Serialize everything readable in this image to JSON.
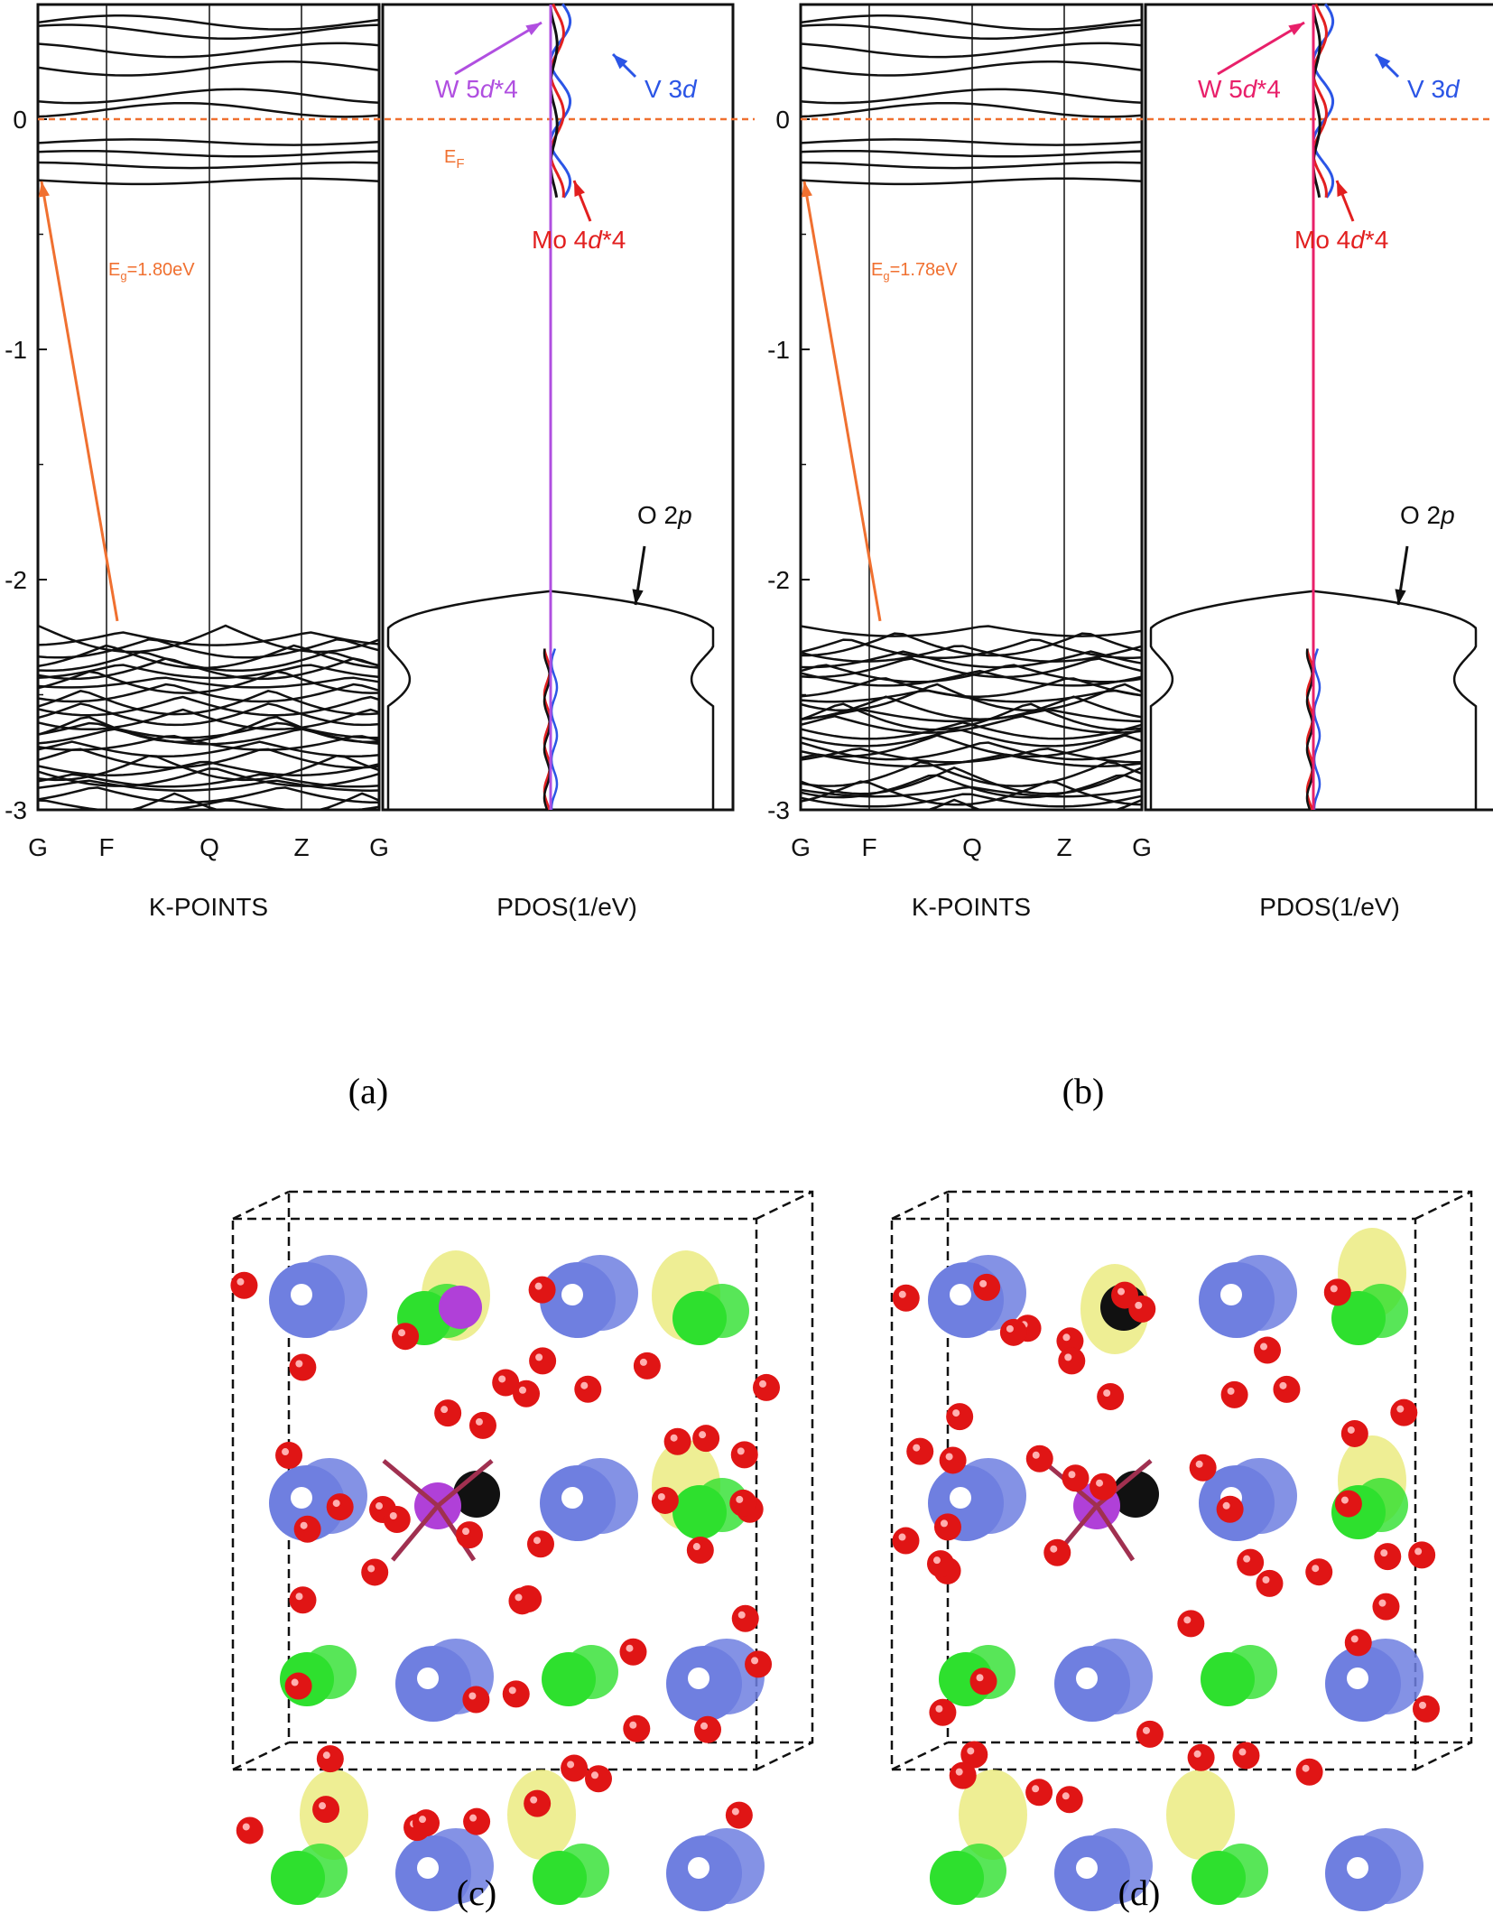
{
  "chart_data": [
    {
      "panel": "(a)",
      "type": "line",
      "subplots": [
        "band-structure",
        "pdos"
      ],
      "y_ticks": [
        "0",
        "-1",
        "-2",
        "-3"
      ],
      "ylim": [
        -3,
        0.5
      ],
      "fermi_label": "E",
      "fermi_sub": "F",
      "fermi_level": 0,
      "kpoints": [
        "G",
        "F",
        "Q",
        "Z",
        "G"
      ],
      "xlabel_band": "K-POINTS",
      "xlabel_pdos": "PDOS(1/eV)",
      "gap": {
        "label_main": "E",
        "label_sub": "g",
        "label_value": "=1.80eV",
        "value": 1.8,
        "vbm": -2.18,
        "cbm": -0.27
      },
      "pdos_labels": [
        {
          "key": "W",
          "text_a": "W 5",
          "text_i": "d",
          "text_b": "*4",
          "color": "#b04fe0"
        },
        {
          "key": "V",
          "text_a": "V 3",
          "text_i": "d",
          "text_b": "",
          "color": "#2b55e6"
        },
        {
          "key": "Mo",
          "text_a": "Mo 4",
          "text_i": "d",
          "text_b": "*4",
          "color": "#e21f1f"
        },
        {
          "key": "O",
          "text_a": "O 2",
          "text_i": "p",
          "text_b": "",
          "color": "#111111"
        }
      ],
      "colors": {
        "gap_arrow": "#f07030",
        "fermi_line": "#f07030",
        "band": "#111111"
      }
    },
    {
      "panel": "(b)",
      "type": "line",
      "subplots": [
        "band-structure",
        "pdos"
      ],
      "y_ticks": [
        "0",
        "-1",
        "-2",
        "-3"
      ],
      "ylim": [
        -3,
        0.5
      ],
      "fermi_level": 0,
      "kpoints": [
        "G",
        "F",
        "Q",
        "Z",
        "G"
      ],
      "xlabel_band": "K-POINTS",
      "xlabel_pdos": "PDOS(1/eV)",
      "gap": {
        "label_main": "E",
        "label_sub": "g",
        "label_value": "=1.78eV",
        "value": 1.78,
        "vbm": -2.18,
        "cbm": -0.27
      },
      "pdos_labels": [
        {
          "key": "W",
          "text_a": "W 5",
          "text_i": "d",
          "text_b": "*4",
          "color": "#e8206a"
        },
        {
          "key": "V",
          "text_a": "V 3",
          "text_i": "d",
          "text_b": "",
          "color": "#2b55e6"
        },
        {
          "key": "Mo",
          "text_a": "Mo 4",
          "text_i": "d",
          "text_b": "*4",
          "color": "#e21f1f"
        },
        {
          "key": "O",
          "text_a": "O 2",
          "text_i": "p",
          "text_b": "",
          "color": "#111111"
        }
      ],
      "colors": {
        "gap_arrow": "#f07030",
        "fermi_line": "#f07030",
        "band": "#111111"
      }
    }
  ],
  "structures": [
    {
      "panel": "(c)",
      "colors": {
        "V": "#6f7fe0",
        "green": "#2ee02e",
        "O": "#e01515",
        "W": "#b040d8",
        "Mo": "#111111",
        "iso": "#e8e870"
      }
    },
    {
      "panel": "(d)",
      "colors": {
        "V": "#6f7fe0",
        "green": "#2ee02e",
        "O": "#e01515",
        "W": "#b040d8",
        "Mo": "#111111",
        "iso": "#e8e870"
      }
    }
  ],
  "captions": {
    "a": "(a)",
    "b": "(b)",
    "c": "(c)",
    "d": "(d)"
  }
}
